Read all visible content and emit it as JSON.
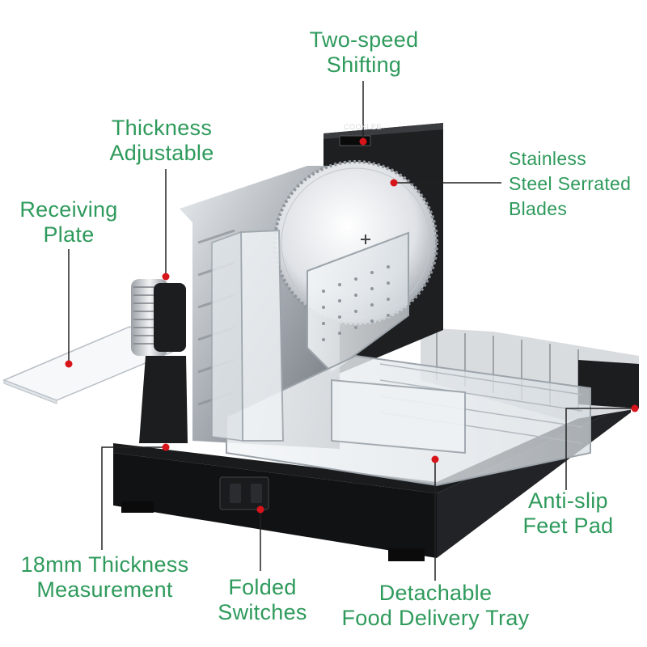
{
  "brand_text": "COOKLEE",
  "callouts": {
    "two_speed": [
      "Two-speed",
      "Shifting"
    ],
    "thickness_adj": [
      "Thickness",
      "Adjustable"
    ],
    "receiving": [
      "Receiving",
      "Plate"
    ],
    "blades": [
      "Stainless",
      "Steel Serrated",
      "Blades"
    ],
    "feet": [
      "Anti-slip",
      "Feet Pad"
    ],
    "measurement": [
      "18mm Thickness",
      "Measurement"
    ],
    "switches": [
      "Folded",
      "Switches"
    ],
    "tray": [
      "Detachable",
      "Food Delivery Tray"
    ]
  },
  "colors": {
    "label": "#2e9a5b",
    "leader": "#222222",
    "dot": "#d8141b"
  }
}
